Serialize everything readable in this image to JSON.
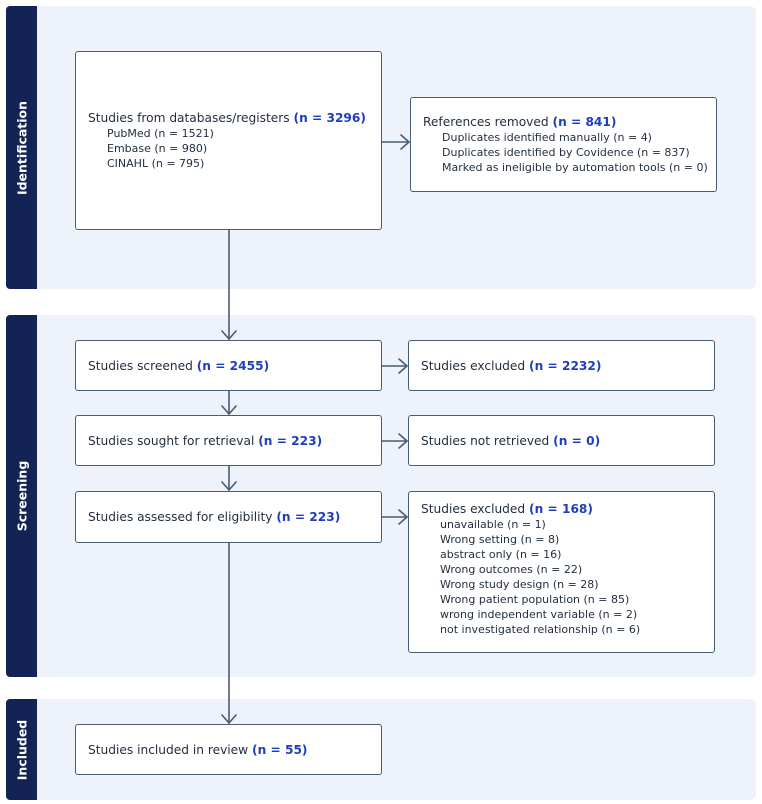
{
  "stages": {
    "identification": "Identification",
    "screening": "Screening",
    "included": "Included"
  },
  "records": {
    "title": "Studies from databases/registers",
    "n": "(n = 3296)",
    "items": [
      "PubMed (n = 1521)",
      "Embase (n = 980)",
      "CINAHL (n = 795)"
    ]
  },
  "removed": {
    "title": "References removed",
    "n": "(n = 841)",
    "items": [
      "Duplicates identified manually (n = 4)",
      "Duplicates identified by Covidence (n = 837)",
      "Marked as ineligible by automation tools (n = 0)"
    ]
  },
  "screened": {
    "title": "Studies screened",
    "n": "(n = 2455)"
  },
  "screen_excluded": {
    "title": "Studies excluded",
    "n": "(n = 2232)"
  },
  "sought": {
    "title": "Studies sought for retrieval",
    "n": "(n = 223)"
  },
  "not_retrieved": {
    "title": "Studies not retrieved",
    "n": "(n = 0)"
  },
  "assessed": {
    "title": "Studies assessed for eligibility",
    "n": "(n = 223)"
  },
  "elig_excluded": {
    "title": "Studies excluded",
    "n": "(n = 168)",
    "items": [
      "unavailable (n = 1)",
      "Wrong setting (n = 8)",
      "abstract only (n = 16)",
      "Wrong outcomes (n = 22)",
      "Wrong study design (n = 28)",
      "Wrong patient population (n = 85)",
      "wrong independent variable (n = 2)",
      "not investigated relationship (n = 6)"
    ]
  },
  "included": {
    "title": "Studies included in review",
    "n": "(n = 55)"
  },
  "colors": {
    "band": "#142355",
    "section_bg": "#edf2fb",
    "count_text": "#1d3fbf",
    "arrow": "#4a5c74"
  }
}
